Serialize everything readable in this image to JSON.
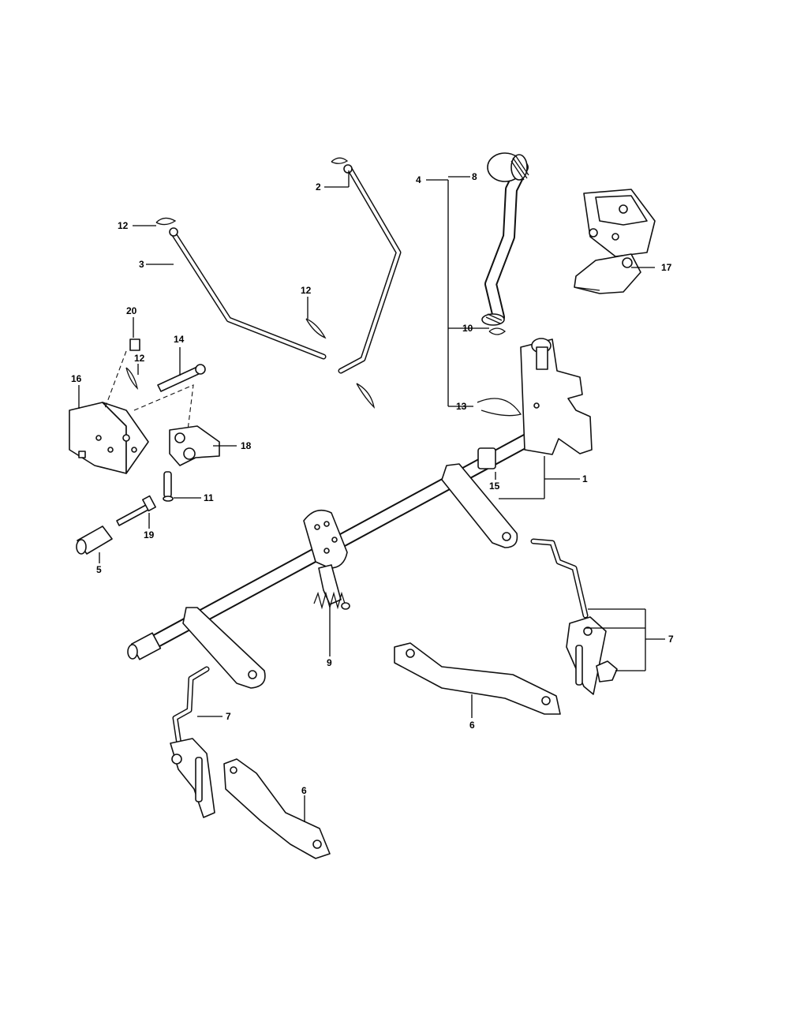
{
  "diagram": {
    "callouts": [
      {
        "id": "c1",
        "label": "1"
      },
      {
        "id": "c2",
        "label": "2"
      },
      {
        "id": "c3",
        "label": "3"
      },
      {
        "id": "c4",
        "label": "4"
      },
      {
        "id": "c5",
        "label": "5"
      },
      {
        "id": "c6a",
        "label": "6"
      },
      {
        "id": "c6b",
        "label": "6"
      },
      {
        "id": "c7a",
        "label": "7"
      },
      {
        "id": "c7b",
        "label": "7"
      },
      {
        "id": "c8",
        "label": "8"
      },
      {
        "id": "c9",
        "label": "9"
      },
      {
        "id": "c10",
        "label": "10"
      },
      {
        "id": "c11",
        "label": "11"
      },
      {
        "id": "c12a",
        "label": "12"
      },
      {
        "id": "c12b",
        "label": "12"
      },
      {
        "id": "c12c",
        "label": "12"
      },
      {
        "id": "c13",
        "label": "13"
      },
      {
        "id": "c14",
        "label": "14"
      },
      {
        "id": "c15",
        "label": "15"
      },
      {
        "id": "c16",
        "label": "16"
      },
      {
        "id": "c17",
        "label": "17"
      },
      {
        "id": "c18",
        "label": "18"
      },
      {
        "id": "c19",
        "label": "19"
      },
      {
        "id": "c20",
        "label": "20"
      }
    ]
  }
}
